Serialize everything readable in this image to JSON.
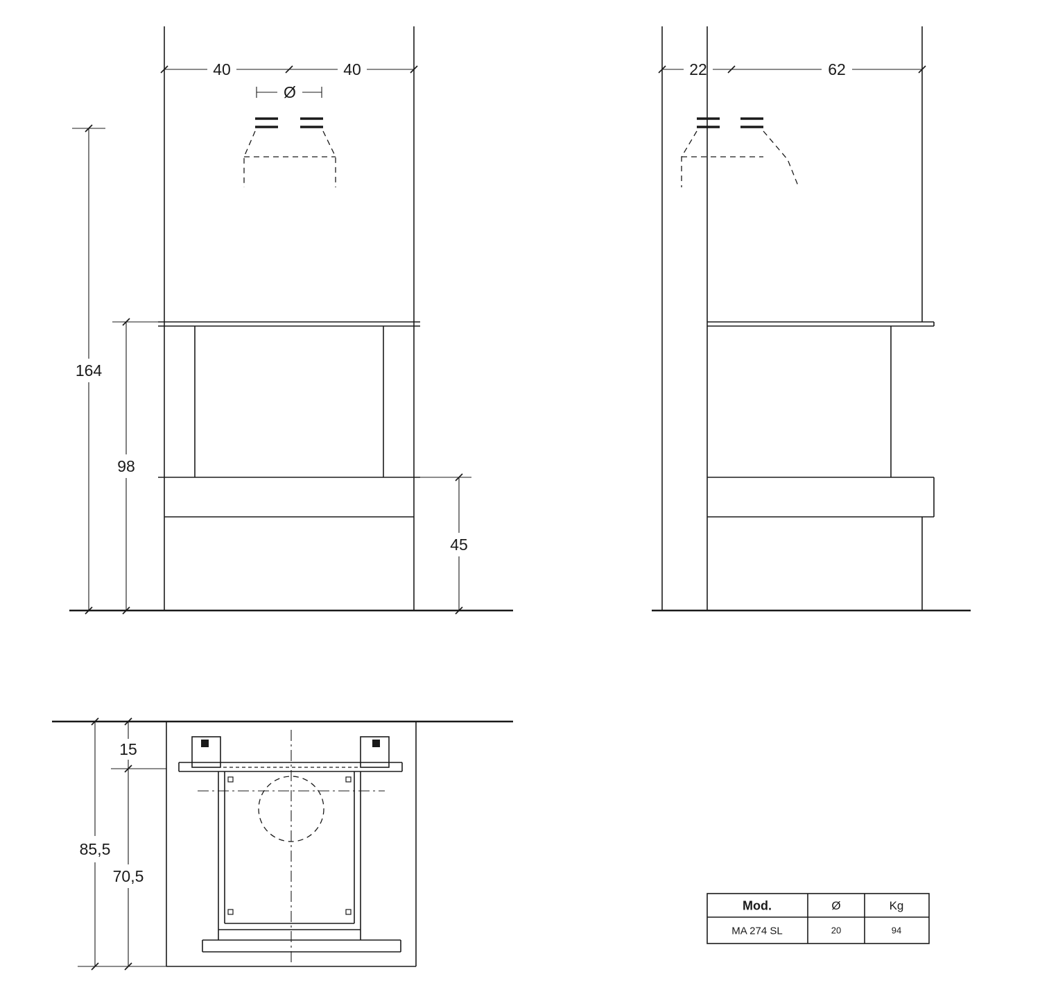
{
  "front": {
    "dim_left_half_width": "40",
    "dim_right_half_width": "40",
    "dim_flue_symbol": "Ø",
    "dim_total_height": "164",
    "dim_opening_height": "98",
    "dim_bench_height": "45"
  },
  "side": {
    "dim_wall_to_flue_center": "22",
    "dim_flue_center_to_front": "62"
  },
  "plan": {
    "dim_wall_to_glass": "15",
    "dim_total_depth": "85,5",
    "dim_glass_to_front": "70,5"
  },
  "spec_table": {
    "col_model": "Mod.",
    "col_diameter": "Ø",
    "col_weight": "Kg",
    "model": "MA 274 SL",
    "diameter": "20",
    "weight": "94"
  },
  "colors": {
    "line": "#1a1a1a",
    "background": "#ffffff"
  }
}
